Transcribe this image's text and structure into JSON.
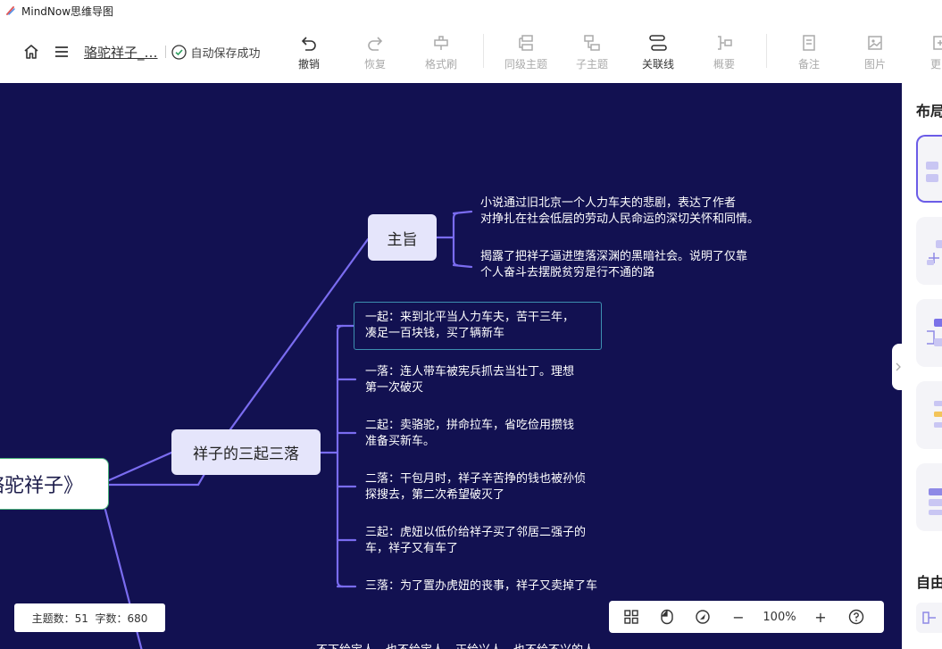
{
  "app": {
    "title": "MindNow思维导图"
  },
  "header": {
    "doc_title": "骆驼祥子_…",
    "autosave": "自动保存成功"
  },
  "toolbar": {
    "undo": "撤销",
    "redo": "恢复",
    "format_brush": "格式刷",
    "sibling_topic": "同级主题",
    "sub_topic": "子主题",
    "relation_line": "关联线",
    "summary": "概要",
    "note": "备注",
    "image": "图片",
    "more": "更"
  },
  "mindmap": {
    "root": "《骆驼祥子》",
    "topics": {
      "zhuzhi": "主旨",
      "sanqi": "祥子的三起三落"
    },
    "zhuzhi_items": [
      {
        "line1": "小说通过旧北京一个人力车夫的悲剧，表达了作者",
        "line2": "对挣扎在社会低层的劳动人民命运的深切关怀和同情。"
      },
      {
        "line1": "揭露了把祥子逼进堕落深渊的黑暗社会。说明了仅靠",
        "line2": "个人奋斗去摆脱贫穷是行不通的路"
      }
    ],
    "sanqi_items": [
      {
        "line1": "一起：来到北平当人力车夫，苦干三年，",
        "line2": "凑足一百块钱，买了辆新车"
      },
      {
        "line1": "一落：连人带车被宪兵抓去当壮丁。理想",
        "line2": "第一次破灭"
      },
      {
        "line1": "二起：卖骆驼，拼命拉车，省吃俭用攒钱",
        "line2": "准备买新车。"
      },
      {
        "line1": "二落：干包月时，祥子辛苦挣的钱也被孙侦",
        "line2": "探搜去，第二次希望破灭了"
      },
      {
        "line1": "三起：虎妞以低价给祥子买了邻居二强子的",
        "line2": "车，祥子又有车了"
      },
      {
        "line1": "三落：为了置办虎妞的丧事，祥子又卖掉了车",
        "line2": ""
      }
    ],
    "bottom_partial": "不下给宝人，也不给宝人，正给兴人，也不给不兴的人"
  },
  "statusbar": {
    "stats": "主题数：51  字数：680",
    "zoom": "100%",
    "minus": "−",
    "plus": "+"
  },
  "right_panel": {
    "layout_title": "布局",
    "free_title": "自由"
  },
  "colors": {
    "canvas": "#121151",
    "link": "#7a6cf0",
    "topic_bg": "#e5e5fb",
    "root_border": "#49b07a",
    "accent": "#6b5ce7"
  }
}
